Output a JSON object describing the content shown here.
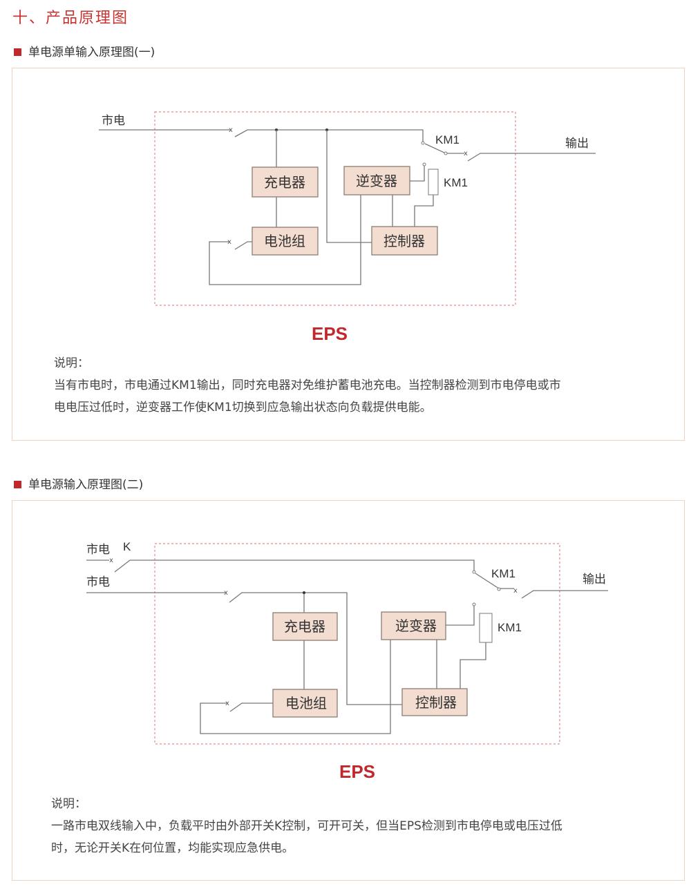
{
  "heading": "十、产品原理图",
  "accent_color": "#c0282c",
  "sections": [
    {
      "title": "单电源单输入原理图(一)",
      "labels": {
        "mains": "市电",
        "output": "输出",
        "km1_contact": "KM1",
        "km1_coil": "KM1"
      },
      "boxes": {
        "charger": "充电器",
        "inverter": "逆变器",
        "battery": "电池组",
        "controller": "控制器"
      },
      "caption": "EPS",
      "desc_title": "说明：",
      "desc_lines": [
        "当有市电时，市电通过KM1输出，同时充电器对免维护蓄电池充电。当控制器检测到市电停电或市",
        "电电压过低时，逆变器工作使KM1切换到应急输出状态向负载提供电能。"
      ]
    },
    {
      "title": "单电源输入原理图(二)",
      "labels": {
        "mains1": "市电",
        "switch_k": "K",
        "mains2": "市电",
        "output": "输出",
        "km1_contact": "KM1",
        "km1_coil": "KM1"
      },
      "boxes": {
        "charger": "充电器",
        "inverter": "逆变器",
        "battery": "电池组",
        "controller": "控制器"
      },
      "caption": "EPS",
      "desc_title": "说明：",
      "desc_lines": [
        "一路市电双线输入中，负载平时由外部开关K控制，可开可关，但当EPS检测到市电停电或电压过低",
        "时，无论开关K在何位置，均能实现应急供电。"
      ]
    }
  ]
}
